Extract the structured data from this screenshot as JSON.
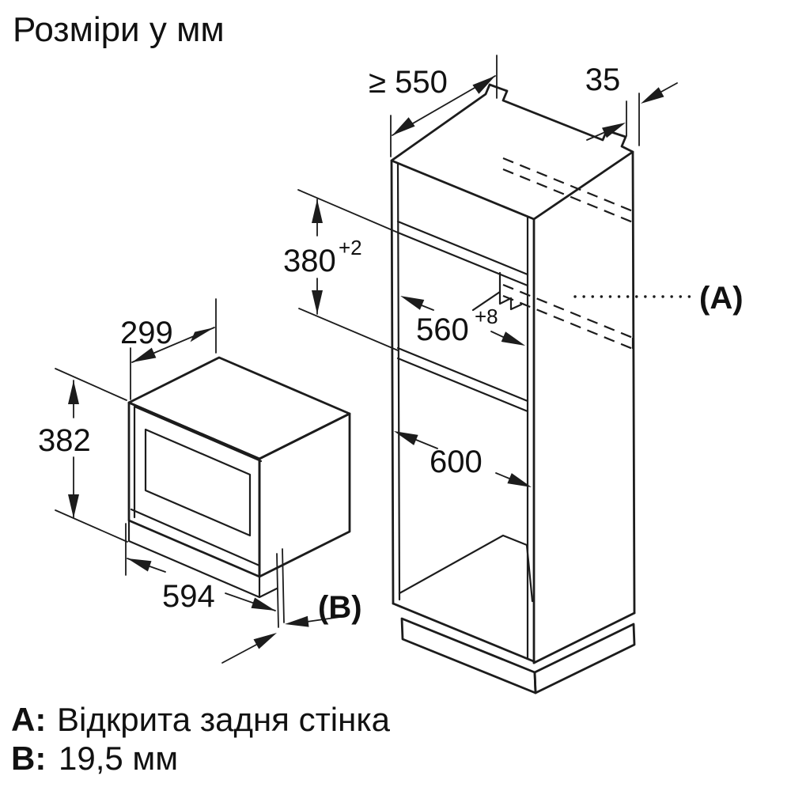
{
  "title": "Розміри у мм",
  "colors": {
    "line": "#1c1c1c",
    "background": "#ffffff",
    "text": "#111111"
  },
  "diagram": {
    "unit": "мм",
    "dimensions": {
      "niche_depth": {
        "label": "≥ 550"
      },
      "rear_gap": {
        "label": "35"
      },
      "niche_height": {
        "value": "380",
        "tolerance": "+2"
      },
      "niche_width": {
        "value": "560",
        "tolerance": "+8"
      },
      "cabinet_width": {
        "label": "600"
      },
      "oven_depth": {
        "label": "299"
      },
      "oven_height": {
        "label": "382"
      },
      "oven_width": {
        "label": "594"
      }
    },
    "callouts": {
      "a": {
        "label": "(A)"
      },
      "b": {
        "label": "(B)"
      }
    }
  },
  "legend": {
    "a_key": "A:",
    "a_text": "Відкрита задня стінка",
    "b_key": "B:",
    "b_text": "19,5 мм"
  }
}
